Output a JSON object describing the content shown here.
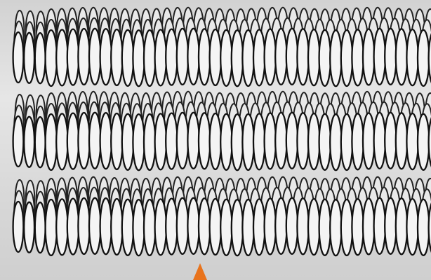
{
  "diagram": {
    "subject": "smectic-layers",
    "layers": [
      {
        "id": "top",
        "rows": 3
      },
      {
        "id": "middle",
        "rows": 3
      },
      {
        "id": "bottom",
        "rows": 3
      }
    ],
    "molecule_shape": "elongated-ellipse",
    "colors": {
      "background": "#dcdcdc",
      "molecule_fill": "#f4f4f4",
      "molecule_outline": "#111111",
      "pointer": "#e8731c"
    },
    "pointer": {
      "icon": "up-arrow-icon"
    }
  }
}
